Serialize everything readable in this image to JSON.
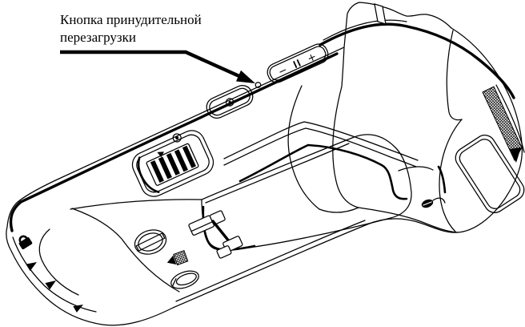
{
  "figure": {
    "background_color": "#ffffff",
    "line_color": "#000000",
    "callout": {
      "label": "Кнопка принудительной перезагрузки",
      "lines": [
        "Кнопка принудительной",
        "перезагрузки"
      ]
    },
    "engravings": {
      "volume_minus": "−",
      "volume_plus": "+"
    }
  }
}
